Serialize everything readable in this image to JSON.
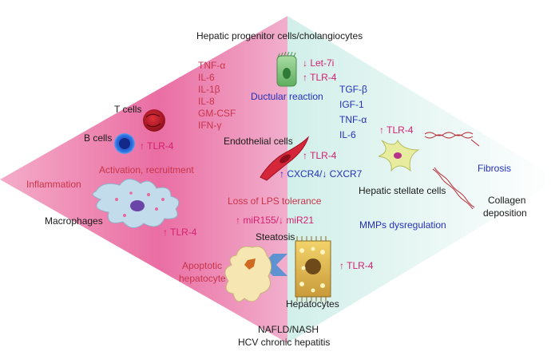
{
  "colors": {
    "pink_region": "#e8619b",
    "teal_region": "#b9e3dc",
    "crimson_text": "#c8344a",
    "magenta_text": "#d61f70",
    "blue_text": "#2430b8"
  },
  "labels": {
    "top_title": "Hepatic progenitor cells/cholangiocytes",
    "bottom_line1": "NAFLD/NASH",
    "bottom_line2": "HCV chronic hepatitis",
    "t_cells": "T cells",
    "b_cells": "B cells",
    "b_tlr4": "↑ TLR-4",
    "activation": "Activation, recruitment",
    "inflammation": "Inflammation",
    "macrophages": "Macrophages",
    "macro_tlr4": "↑ TLR-4",
    "endothelial": "Endothelial cells",
    "endo_tlr4": "↑ TLR-4",
    "cxcr": "↑ CXCR4/↓ CXCR7",
    "lps": "Loss of LPS tolerance",
    "mir": "↑ miR155/↓ miR21",
    "steatosis": "Steatosis",
    "apoptotic_line1": "Apoptotic",
    "apoptotic_line2": "hepatocyte",
    "hepatocytes": "Hepatocytes",
    "hep_tlr4": "↑ TLR-4",
    "let7i": "↓ Let-7i",
    "chol_tlr4": "↑ TLR-4",
    "ductular": "Ductular reaction",
    "hsc_tlr4": "↑ TLR-4",
    "fibrosis": "Fibrosis",
    "hsc": "Hepatic stellate cells",
    "collagen_line1": "Collagen",
    "collagen_line2": "deposition",
    "mmp": "MMPs dysregulation"
  },
  "cytokines_red": [
    "TNF-α",
    "IL-6",
    "IL-1β",
    "IL-8",
    "GM-CSF",
    "IFN-γ"
  ],
  "cytokines_blue": [
    "TGF-β",
    "IGF-1",
    "TNF-α",
    "IL-6"
  ]
}
